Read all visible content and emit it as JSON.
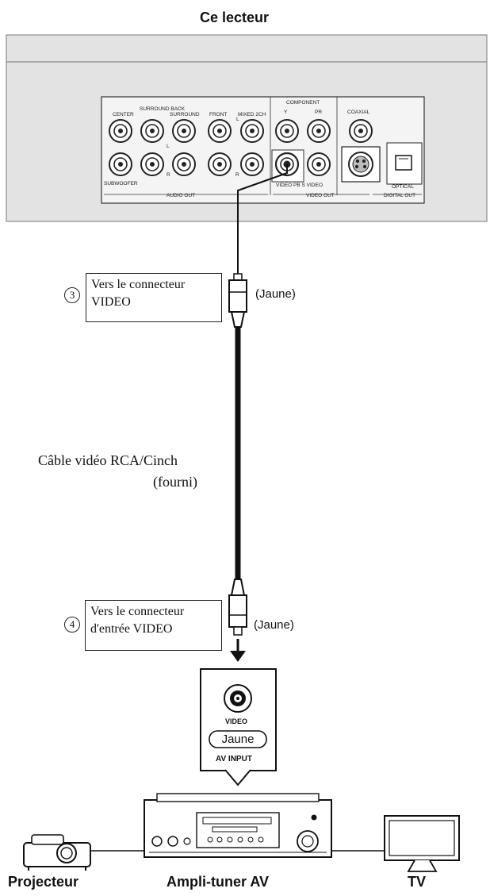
{
  "player": {
    "title": "Ce lecteur",
    "jacks": {
      "center": "CENTER",
      "surround_back": "SURROUND BACK",
      "surround": "SURROUND",
      "front": "FRONT",
      "mixed": "MIXED 2CH",
      "component": "COMPONENT",
      "y": "Y",
      "pr": "PR",
      "coaxial": "COAXIAL",
      "subwoofer": "SUBWOOFER",
      "video_pb_svideo": "VIDEO PB S VIDEO",
      "optical": "OPTICAL",
      "audio_out": "AUDIO OUT",
      "video_out": "VIDEO OUT",
      "digital_out": "DIGITAL OUT",
      "l": "L",
      "r": "R"
    }
  },
  "callout_top": {
    "number": "3",
    "line1": "Vers le connecteur",
    "line2": "VIDEO",
    "color_label": "(Jaune)"
  },
  "cable": {
    "line1": "Câble vidéo RCA/Cinch",
    "line2": "(fourni)"
  },
  "callout_bottom": {
    "number": "4",
    "line1": "Vers le connecteur",
    "line2": "d'entrée VIDEO",
    "color_label": "(Jaune)"
  },
  "av_input": {
    "video": "VIDEO",
    "color": "Jaune",
    "title": "AV INPUT"
  },
  "devices": {
    "projector": "Projecteur",
    "amp": "Ampli-tuner AV",
    "tv": "TV"
  }
}
